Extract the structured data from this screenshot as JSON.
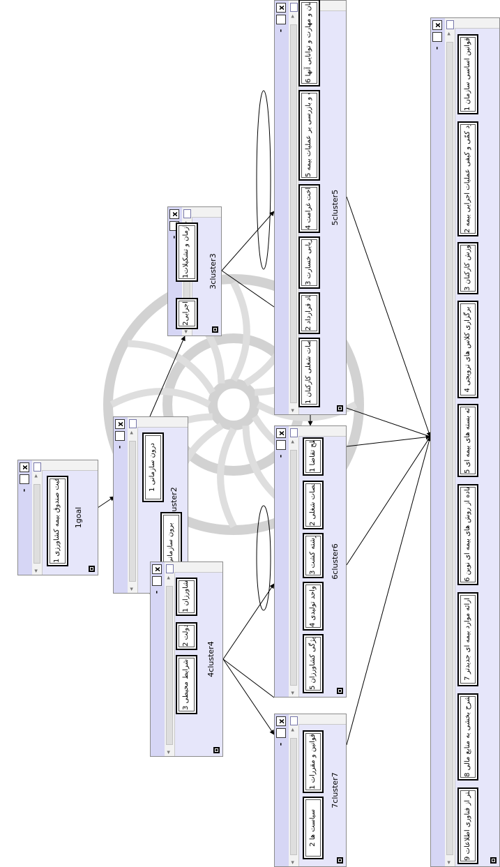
{
  "clusters": {
    "goal": {
      "title": "1goal",
      "nodes": [
        "مؤقیت صندوق بیمه کشاورزی 1"
      ]
    },
    "cluster2": {
      "title": "2cluster2",
      "nodes": [
        "درون سازمانی 1",
        "برون سازمانی 2"
      ]
    },
    "cluster3": {
      "title": "3cluster3",
      "nodes": [
        "1سازمان و تشکیلات",
        "2اجرایی"
      ]
    },
    "cluster4": {
      "title": "4cluster4",
      "nodes": [
        "کشاورزان 1",
        "دولت 2",
        "شرایط محیطی 3"
      ]
    },
    "cluster5": {
      "title": "5cluster5",
      "nodes": [
        "رفتار کارکنان و مهارت و توانایی آنها 6",
        "نظارت و بازرسی بر عملیات بیمه 5",
        "پرداخت غرامت 4",
        "ارزیابی خسارت 3",
        "انعقاد قرارداد 2",
        "مشخصات شغلی کارکنان 1"
      ]
    },
    "cluster6": {
      "title": "6cluster6",
      "nodes": [
        "سطح تقاضا 1",
        "مشخصات شغلی 2",
        "انتخاب رشته کشت 3",
        "اندازه واحد تولیدی 4",
        "مهارت و ویژگی کشاورزان 5"
      ]
    },
    "cluster7": {
      "title": "7cluster7",
      "nodes": [
        "قوانین و مقررات 1",
        "سیاست ها 2"
      ]
    },
    "alternative": {
      "title": "8alternative",
      "nodes": [
        "بهبود قوانین اساسی سازمان 1",
        "بهبود کمّی و کیفی عملیات اجرایی بیمه 2",
        "آموزش کارکنان 3",
        "برگزاری کلاس های ترویجی 4",
        "ارائه بسته های بیمه ای 5",
        "استفاده از روش های بیمه ای نوین 6",
        "ارائه موارد بیمه ای جدیدتر 7",
        "شرح بخشی به منابع مالی 8",
        "بهره مندی بیشتر از فناوری اطلاعات 9"
      ]
    }
  },
  "window_controls": {
    "minimize": "-",
    "close": "x"
  },
  "scrollbar": {
    "left_arrow": "◂",
    "right_arrow": "▸",
    "grip": "≡"
  }
}
